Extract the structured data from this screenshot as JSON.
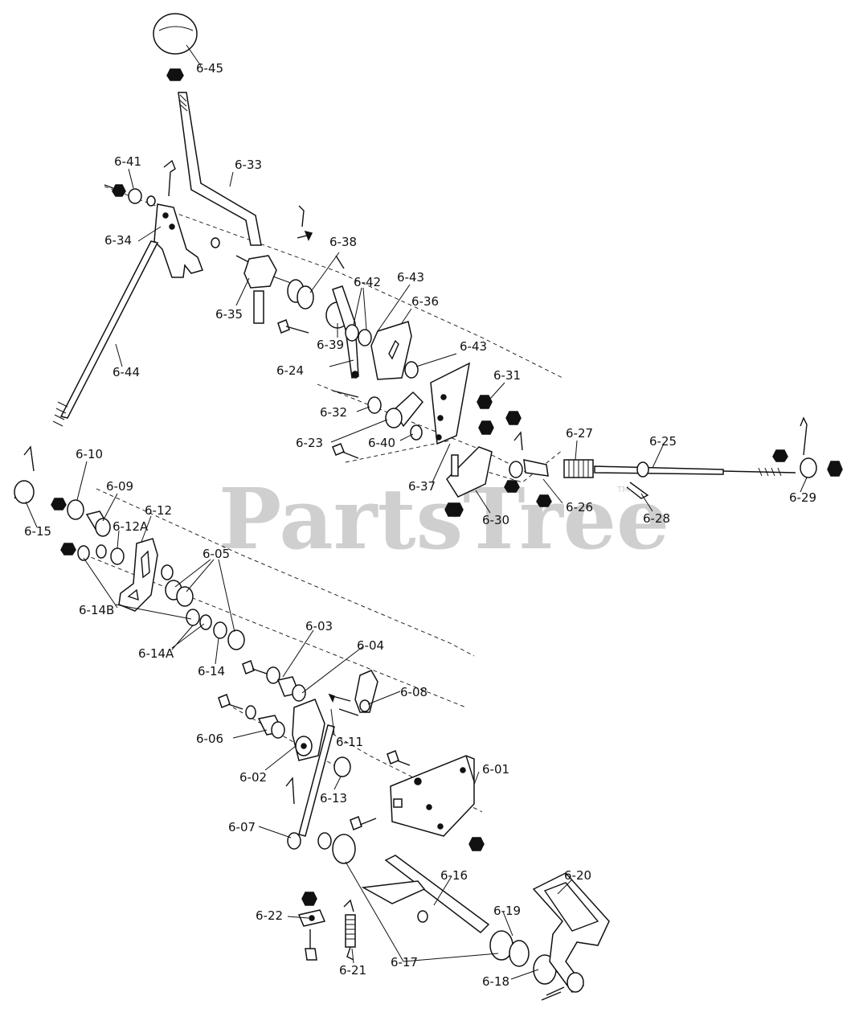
{
  "watermark": {
    "text": "PartsTree",
    "mark": "TM"
  },
  "labels": [
    {
      "id": "6-45",
      "text": "6-45"
    },
    {
      "id": "6-41",
      "text": "6-41"
    },
    {
      "id": "6-33",
      "text": "6-33"
    },
    {
      "id": "6-34",
      "text": "6-34"
    },
    {
      "id": "6-38",
      "text": "6-38"
    },
    {
      "id": "6-35",
      "text": "6-35"
    },
    {
      "id": "6-42",
      "text": "6-42"
    },
    {
      "id": "6-43a",
      "text": "6-43"
    },
    {
      "id": "6-36",
      "text": "6-36"
    },
    {
      "id": "6-39",
      "text": "6-39"
    },
    {
      "id": "6-43b",
      "text": "6-43"
    },
    {
      "id": "6-24",
      "text": "6-24"
    },
    {
      "id": "6-44",
      "text": "6-44"
    },
    {
      "id": "6-31",
      "text": "6-31"
    },
    {
      "id": "6-32",
      "text": "6-32"
    },
    {
      "id": "6-23",
      "text": "6-23"
    },
    {
      "id": "6-40",
      "text": "6-40"
    },
    {
      "id": "6-27",
      "text": "6-27"
    },
    {
      "id": "6-25",
      "text": "6-25"
    },
    {
      "id": "6-10",
      "text": "6-10"
    },
    {
      "id": "6-09",
      "text": "6-09"
    },
    {
      "id": "6-37",
      "text": "6-37"
    },
    {
      "id": "6-26",
      "text": "6-26"
    },
    {
      "id": "6-29",
      "text": "6-29"
    },
    {
      "id": "6-30",
      "text": "6-30"
    },
    {
      "id": "6-28",
      "text": "6-28"
    },
    {
      "id": "6-12",
      "text": "6-12"
    },
    {
      "id": "6-15",
      "text": "6-15"
    },
    {
      "id": "6-12A",
      "text": "6-12A"
    },
    {
      "id": "6-05",
      "text": "6-05"
    },
    {
      "id": "6-14B",
      "text": "6-14B"
    },
    {
      "id": "6-14A",
      "text": "6-14A"
    },
    {
      "id": "6-03",
      "text": "6-03"
    },
    {
      "id": "6-04",
      "text": "6-04"
    },
    {
      "id": "6-14",
      "text": "6-14"
    },
    {
      "id": "6-08",
      "text": "6-08"
    },
    {
      "id": "6-06",
      "text": "6-06"
    },
    {
      "id": "6-11",
      "text": "6-11"
    },
    {
      "id": "6-01",
      "text": "6-01"
    },
    {
      "id": "6-02",
      "text": "6-02"
    },
    {
      "id": "6-13",
      "text": "6-13"
    },
    {
      "id": "6-07",
      "text": "6-07"
    },
    {
      "id": "6-16",
      "text": "6-16"
    },
    {
      "id": "6-20",
      "text": "6-20"
    },
    {
      "id": "6-19",
      "text": "6-19"
    },
    {
      "id": "6-22",
      "text": "6-22"
    },
    {
      "id": "6-17",
      "text": "6-17"
    },
    {
      "id": "6-21",
      "text": "6-21"
    },
    {
      "id": "6-18",
      "text": "6-18"
    }
  ]
}
